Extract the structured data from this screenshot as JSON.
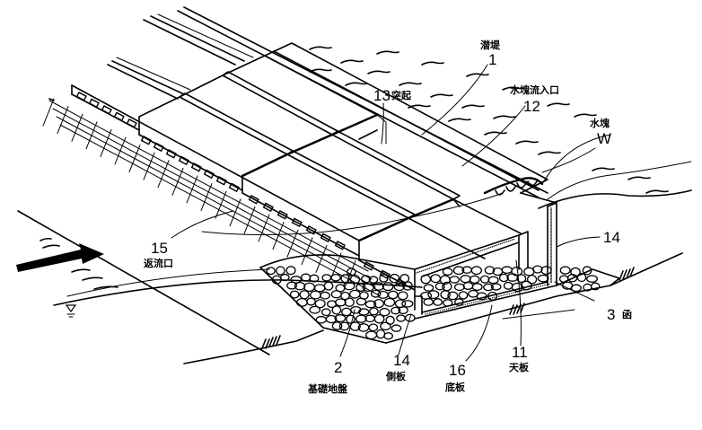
{
  "figure": {
    "title": "Submerged embankment with water mass inflow structure (perspective cutaway)",
    "colors": {
      "ink": "#000000",
      "paper": "#ffffff"
    }
  },
  "labels": [
    {
      "id": "1",
      "number": "1",
      "text": "潜堤"
    },
    {
      "id": "13",
      "number": "13",
      "text": "突起"
    },
    {
      "id": "12",
      "number": "12",
      "text": "水塊流入口"
    },
    {
      "id": "W",
      "number": "W",
      "text": "水塊"
    },
    {
      "id": "15",
      "number": "15",
      "text": "返流口"
    },
    {
      "id": "14a",
      "number": "14",
      "text": ""
    },
    {
      "id": "3",
      "number": "3",
      "text": "函"
    },
    {
      "id": "2",
      "number": "2",
      "text": "基礎地盤"
    },
    {
      "id": "14b",
      "number": "14",
      "text": "側板"
    },
    {
      "id": "16",
      "number": "16",
      "text": "底板"
    },
    {
      "id": "11",
      "number": "11",
      "text": "天板"
    }
  ],
  "symbols": {
    "flow_arrow": "right-arrow-icon",
    "water_level": "water-level-icon"
  }
}
